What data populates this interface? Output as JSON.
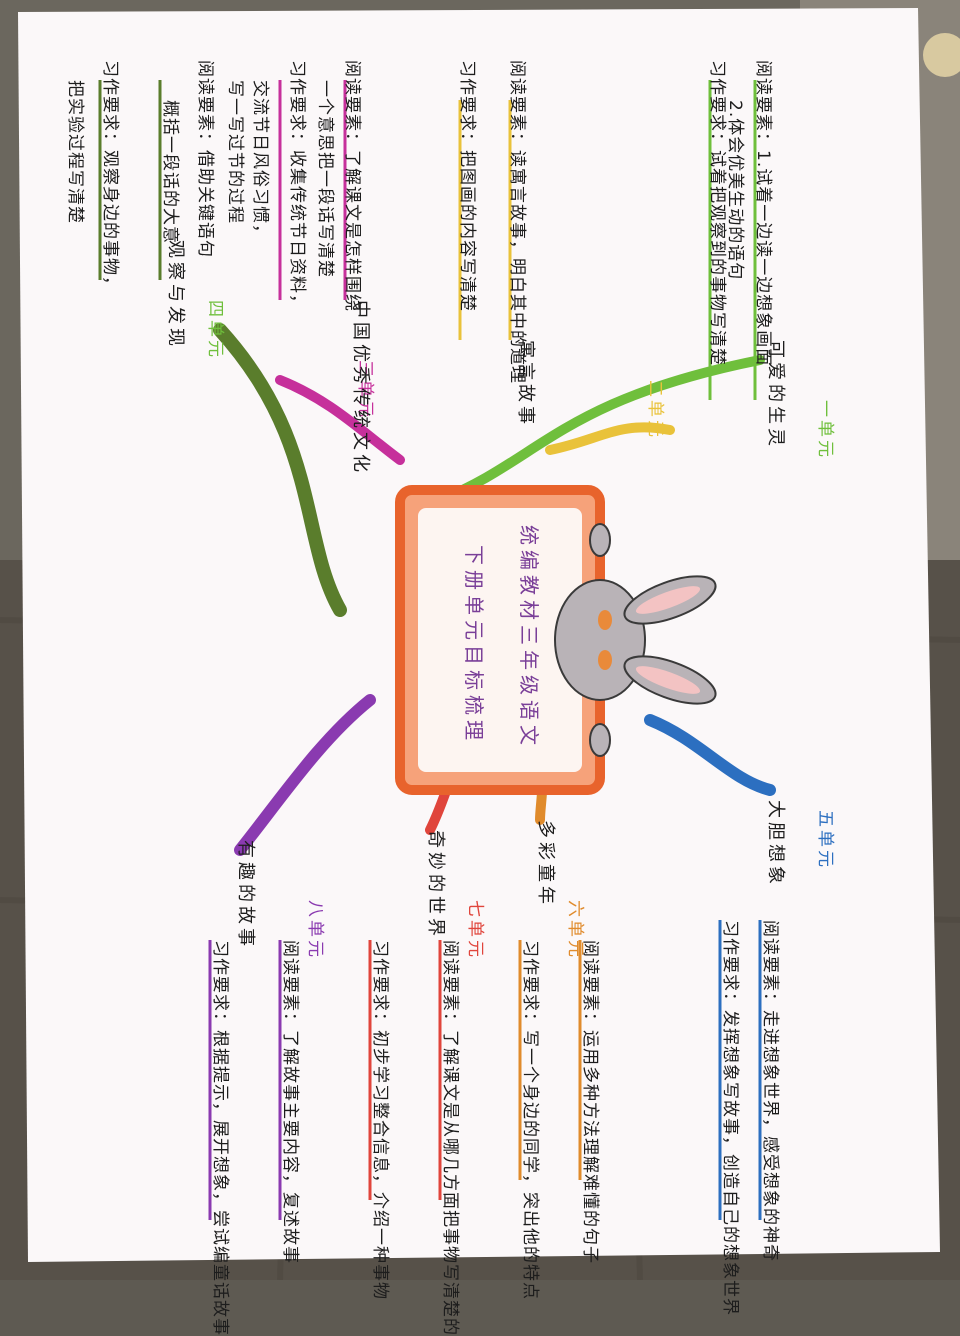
{
  "center": {
    "line1": "统编教材三年级语文",
    "line2": "下册单元目标梳理",
    "colors": {
      "frame": "#e8632c",
      "ink": "#7a3f98"
    }
  },
  "units": [
    {
      "label": "一单元",
      "color": "#6fbf3c",
      "theme": "可爱的生灵",
      "reading": "阅读要素：1.试着一边读一边想象画面",
      "reading_cont": "2.体会优美生动的语句",
      "writing": "习作要求：试着把观察到的事物写清楚"
    },
    {
      "label": "二单元",
      "color": "#e9c23a",
      "theme": "寓言故事",
      "reading": "阅读要素：读寓言故事，明白其中的道理",
      "writing": "习作要求：把图画的内容写清楚"
    },
    {
      "label": "三单元",
      "color": "#c6309b",
      "theme": "中国优秀传统文化",
      "reading": "阅读要素：了解课文是怎样围绕",
      "reading_cont": "一个意思把一段话写清楚",
      "writing": "习作要求：收集传统节日资料，",
      "writing_cont": "交流节日风俗习惯，",
      "writing_cont2": "写一写过节的过程"
    },
    {
      "label": "四单元",
      "color": "#5a7d2c",
      "theme": "观察与发现",
      "reading": "阅读要素：借助关键语句",
      "reading_cont": "概括一段话的大意",
      "writing": "习作要求：观察身边的事物，",
      "writing_cont": "把实验过程写清楚"
    },
    {
      "label": "五单元",
      "color": "#2c6fc0",
      "theme": "大胆想象",
      "reading": "阅读要素：走进想象世界，感受想象的神奇",
      "writing": "习作要求：发挥想象写故事，创造自己的想象世界"
    },
    {
      "label": "六单元",
      "color": "#e08b2c",
      "theme": "多彩童年",
      "reading": "阅读要素：运用多种方法理解难懂的句子",
      "writing": "习作要求：写一个身边的同学，突出他的特点"
    },
    {
      "label": "七单元",
      "color": "#e0453c",
      "theme": "奇妙的世界",
      "reading": "阅读要素：了解课文是从哪几方面把事物写清楚的",
      "writing": "习作要求：初步学习整合信息，介绍一种事物"
    },
    {
      "label": "八单元",
      "color": "#8a3ab0",
      "theme": "有趣的故事",
      "reading": "阅读要素：了解故事主要内容，复述故事",
      "writing": "习作要求：根据提示，展开想象，尝试编童话故事"
    }
  ]
}
